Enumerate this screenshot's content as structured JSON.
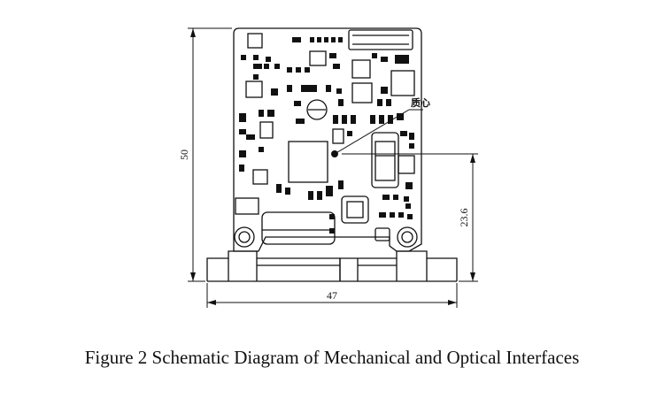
{
  "dimensions": {
    "height": "50",
    "width": "47",
    "centroid_height": "23.6"
  },
  "annotation": {
    "centroid": "质心"
  },
  "caption": "Figure 2 Schematic Diagram of Mechanical and Optical Interfaces"
}
